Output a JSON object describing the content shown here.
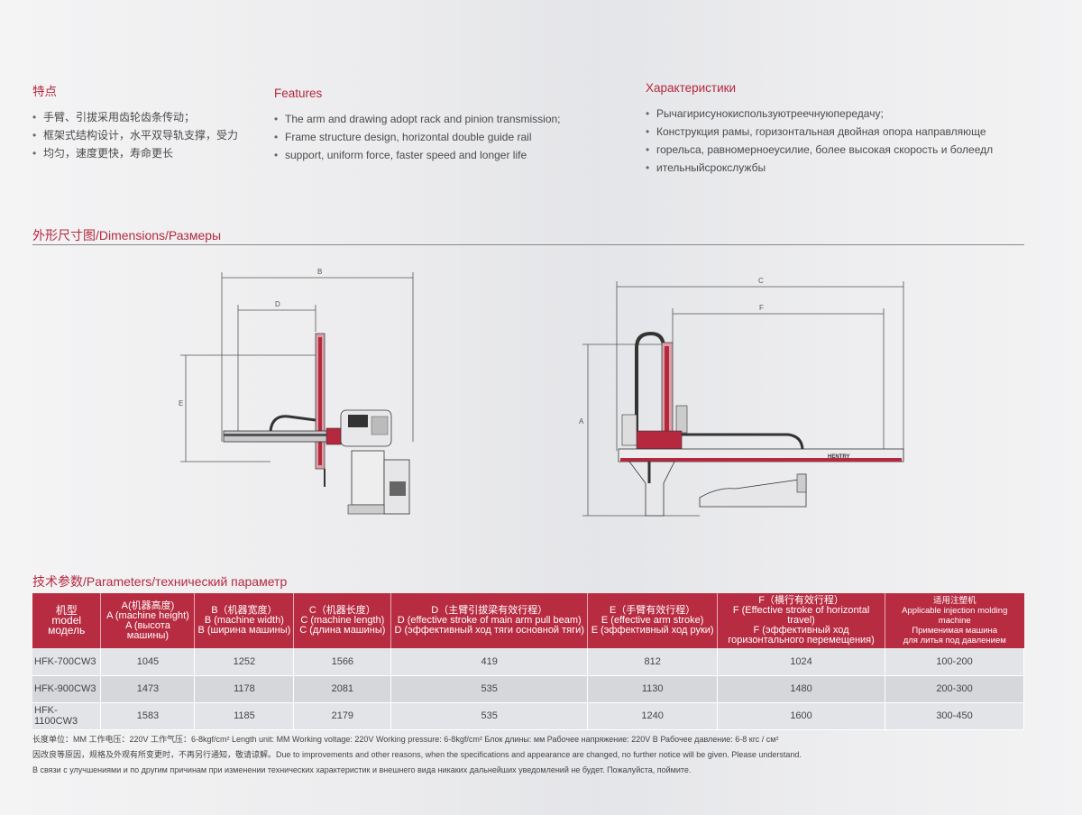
{
  "features": {
    "zh": {
      "title": "特点",
      "items": [
        "手臂、引拔采用齿轮齿条传动；",
        "框架式结构设计，水平双导轨支撑，受力",
        "均匀，速度更快，寿命更长"
      ]
    },
    "en": {
      "title": "Features",
      "items": [
        "The arm and drawing adopt rack and pinion transmission;",
        "Frame structure design, horizontal double guide rail",
        "support, uniform force, faster speed and longer life"
      ]
    },
    "ru": {
      "title": "Характеристики",
      "items": [
        "Рычагирисунокиспользуютреечнуюпередачу;",
        "Конструкция рамы, горизонтальная двойная опора направляюще",
        "горельса, равномерноеусилие, более высокая скорость и болеедл",
        "ительныйсрокслужбы"
      ]
    }
  },
  "dimensions": {
    "title": "外形尺寸图/Dimensions/Размеры",
    "labels": {
      "b": "B",
      "d": "D",
      "e": "E",
      "c": "C",
      "f": "F",
      "a": "A"
    },
    "brand": "HENTRY"
  },
  "parameters": {
    "title": "技术参数/Parameters/технический параметр",
    "headers": [
      [
        "机型",
        "model",
        "модель"
      ],
      [
        "A(机器高度)",
        "A (machine height)",
        "A (высота машины)"
      ],
      [
        "B（机器宽度）",
        "B (machine width)",
        "B (ширина машины)"
      ],
      [
        "C（机器长度）",
        "C (machine length)",
        "C (длина машины)"
      ],
      [
        "D（主臂引拔梁有效行程）",
        "D (effective stroke of main arm pull beam)",
        "D (эффективный ход тяги основной тяги)"
      ],
      [
        "E（手臂有效行程）",
        "E (effective arm stroke)",
        "E (эффективный ход руки)"
      ],
      [
        "F（横行有效行程）",
        "F (Effective stroke of horizontal travel)",
        "F (эффективный ход",
        "горизонтального перемещения)"
      ],
      [
        "适用注塑机",
        "Applicable injection molding machine",
        "Применимая машина",
        "для литья под давлением"
      ]
    ],
    "rows": [
      [
        "HFK-700CW3",
        "1045",
        "1252",
        "1566",
        "419",
        "812",
        "1024",
        "100-200"
      ],
      [
        "HFK-900CW3",
        "1473",
        "1178",
        "2081",
        "535",
        "1130",
        "1480",
        "200-300"
      ],
      [
        "HFK-1100CW3",
        "1583",
        "1185",
        "2179",
        "535",
        "1240",
        "1600",
        "300-450"
      ]
    ]
  },
  "notes": [
    "长度单位：MM    工作电压：220V    工作气压：6-8kgf/cm²    Length unit: MM Working voltage: 220V Working pressure: 6-8kgf/cm²    Блок длины: мм Рабочее напряжение: 220V В Рабочее давление: 6-8 кгс / см²",
    "因改良等原因，规格及外观有所变更时，不再另行通知，敬请谅解。Due to improvements and other reasons, when the specifications and appearance are changed, no further notice will be given. Please understand.",
    "В связи с улучшениями и по другим причинам при изменении технических характеристик и внешнего вида никаких дальнейших уведомлений не будет. Пожалуйста, поймите."
  ]
}
